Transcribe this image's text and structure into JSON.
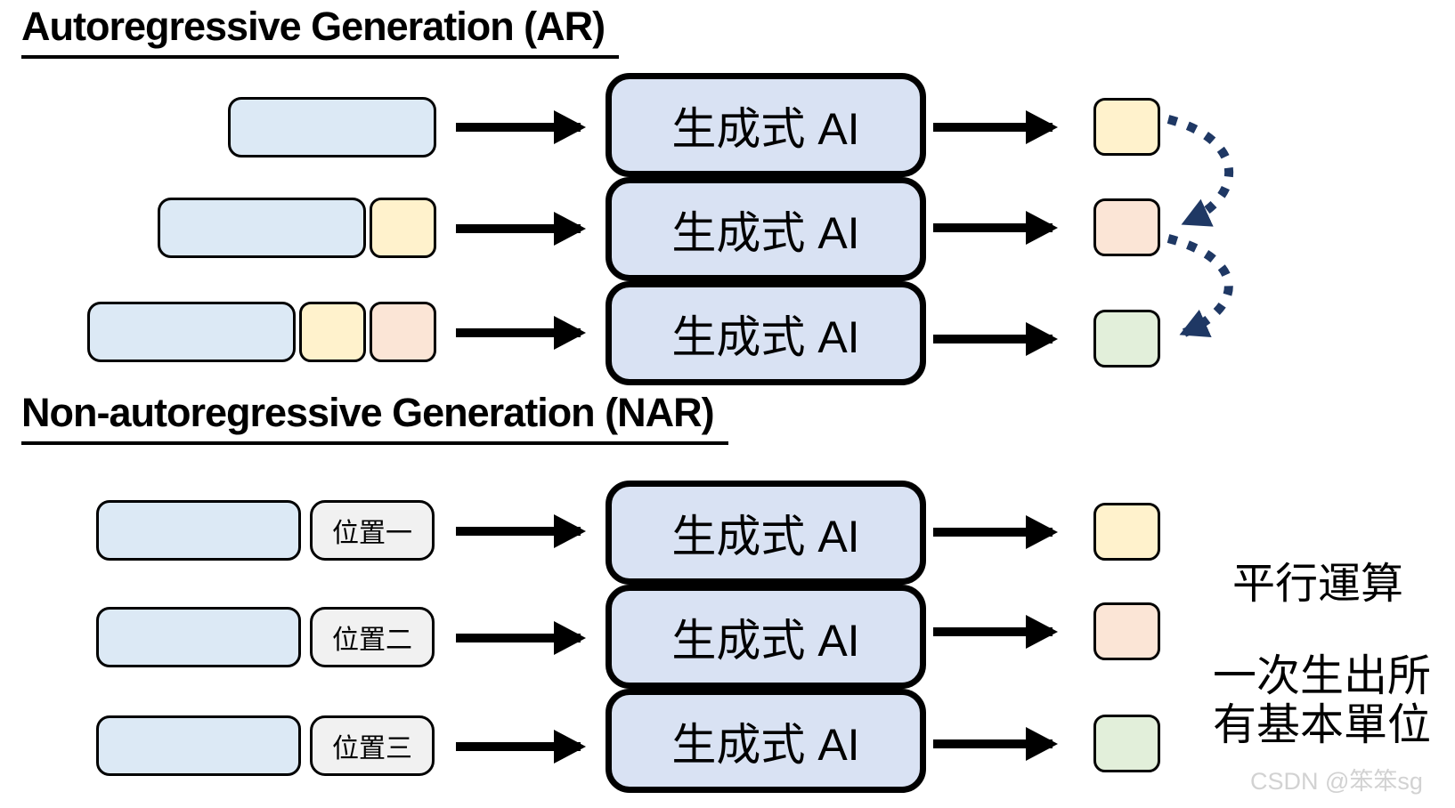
{
  "sections": {
    "ar": {
      "title": "Autoregressive Generation (AR)"
    },
    "nar": {
      "title": "Non-autoregressive Generation (NAR)",
      "position_labels": [
        "位置一",
        "位置二",
        "位置三"
      ]
    }
  },
  "model_label": "生成式 AI",
  "notes": {
    "parallel": "平行運算",
    "generate_all_line1": "一次生出所",
    "generate_all_line2": "有基本單位"
  },
  "watermark": "CSDN @笨笨sg",
  "colors": {
    "input_context": "#DCE9F5",
    "model_box": "#D9E2F3",
    "unit_1_yellow": "#FFF2CC",
    "unit_2_peach": "#FBE5D6",
    "unit_3_green": "#E2EFDA",
    "position_label_bg": "#F1F1F1",
    "solid_arrow": "#000000",
    "feedback_arrow": "#1F3864"
  }
}
